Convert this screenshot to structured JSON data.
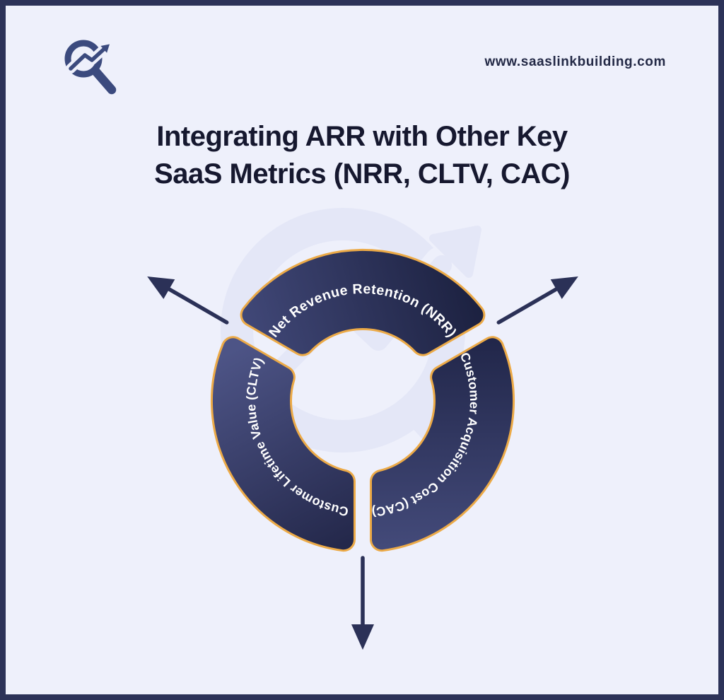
{
  "header": {
    "website": "www.saaslinkbuilding.com",
    "logo_icon": "magnifier-trend-arrow-icon"
  },
  "title": {
    "line1": "Integrating ARR with Other Key",
    "line2": "SaaS Metrics (NRR, CLTV, CAC)"
  },
  "diagram": {
    "type": "cycle",
    "segments": [
      {
        "label": "Net Revenue Retention (NRR)",
        "position": "top"
      },
      {
        "label": "Customer Acquisition Cost (CAC)",
        "position": "right"
      },
      {
        "label": "Customer Lifetime Value (CLTV)",
        "position": "left"
      }
    ],
    "arrows": [
      {
        "direction": "up-left"
      },
      {
        "direction": "up-right"
      },
      {
        "direction": "down"
      }
    ]
  },
  "colors": {
    "background": "#eef0fb",
    "frame": "#2c3258",
    "segment_dark": "#1c2140",
    "segment_light": "#4d5486",
    "gold_border": "#ecaa47",
    "segment_text": "#ffffff",
    "title_text": "#16182f",
    "arrow": "#2b3157",
    "watermark": "#e4e7f7",
    "logo": "#3b4a7e"
  }
}
